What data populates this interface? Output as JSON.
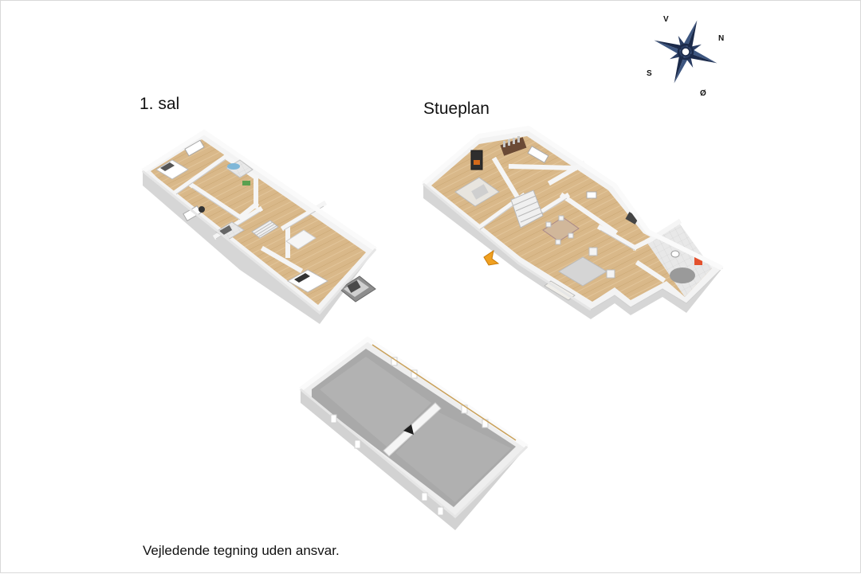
{
  "floors": {
    "first_floor": {
      "title": "1. sal"
    },
    "ground_floor": {
      "title": "Stueplan"
    },
    "basement": {
      "title": ""
    }
  },
  "compass": {
    "north": "N",
    "south": "S",
    "east": "Ø",
    "west": "V"
  },
  "footer": {
    "disclaimer": "Vejledende tegning uden ansvar."
  },
  "colors": {
    "wall": "#f2f2f2",
    "wall_shadow": "#d4d4d4",
    "wood_floor": "#d9b889",
    "basement_floor": "#a9a9a9",
    "compass_navy": "#1b2a4a",
    "entrance_arrow": "#f0a020"
  },
  "icons": {
    "entrance": "entrance-arrow-icon",
    "compass": "compass-rose-icon"
  }
}
